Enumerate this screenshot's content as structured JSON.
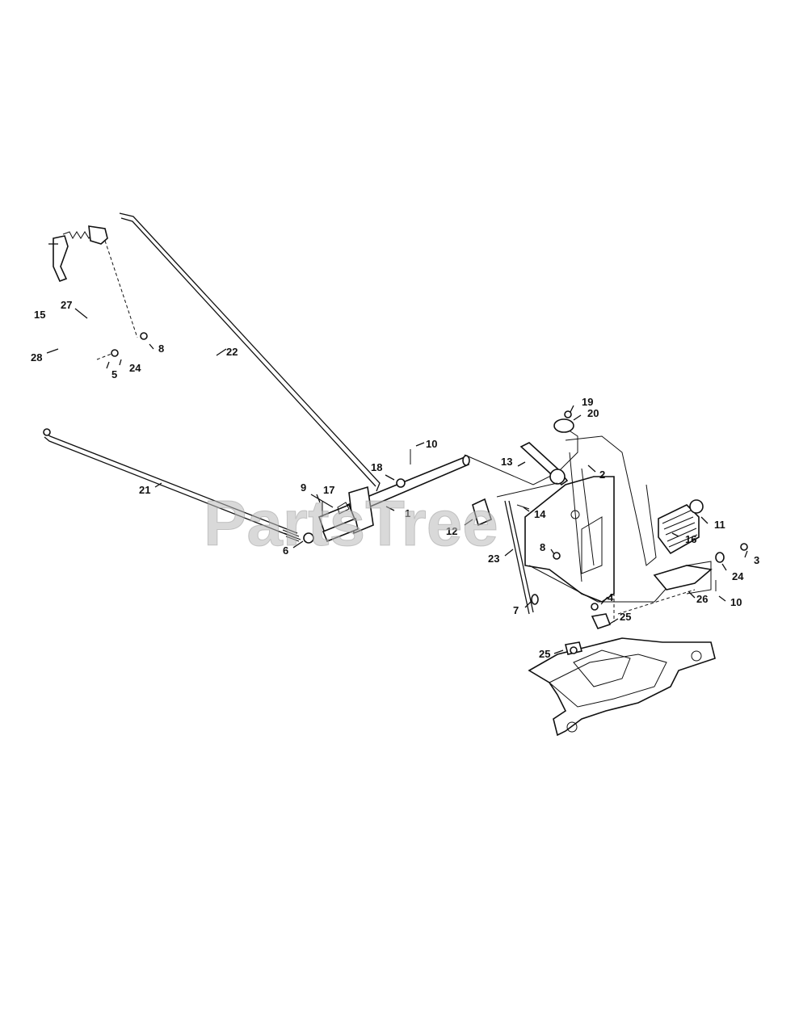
{
  "watermark": "PartsTree",
  "callouts": {
    "n1": "1",
    "n2": "2",
    "n3": "3",
    "n4": "4",
    "n5": "5",
    "n6": "6",
    "n7": "7",
    "n8a": "8",
    "n8b": "8",
    "n9": "9",
    "n10a": "10",
    "n10b": "10",
    "n11": "11",
    "n12": "12",
    "n13": "13",
    "n14": "14",
    "n15": "15",
    "n16": "16",
    "n17": "17",
    "n18": "18",
    "n19": "19",
    "n20": "20",
    "n21": "21",
    "n22": "22",
    "n23": "23",
    "n24a": "24",
    "n24b": "24",
    "n25a": "25",
    "n25b": "25",
    "n26": "26",
    "n27": "27",
    "n28": "28"
  }
}
